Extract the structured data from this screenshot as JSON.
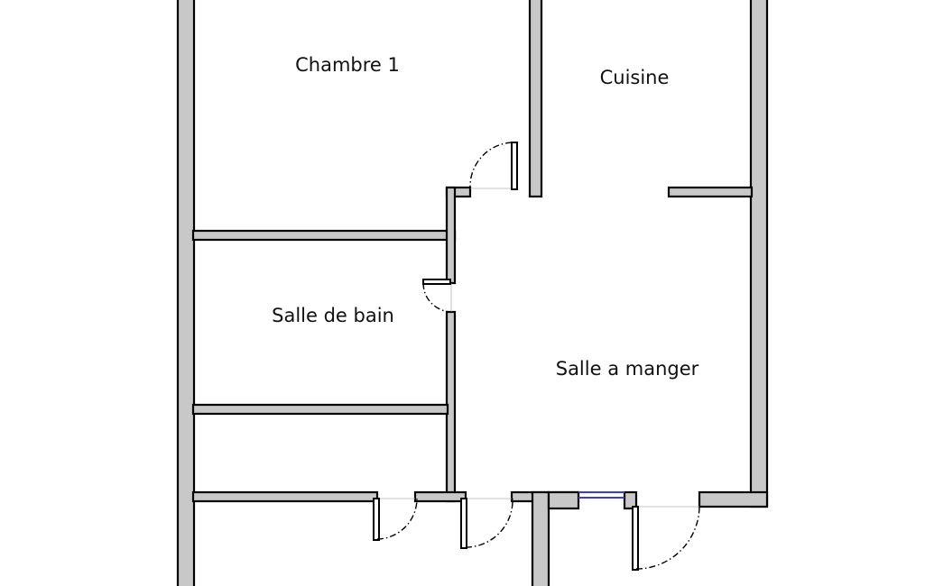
{
  "rooms": {
    "chambre1": "Chambre 1",
    "cuisine": "Cuisine",
    "salle_de_bain": "Salle de bain",
    "salle_a_manger": "Salle a manger"
  },
  "colors": {
    "wall_fill": "#c8c8c8",
    "wall_stroke": "#000000",
    "window_glass": "#3a3ae0",
    "background": "#ffffff"
  }
}
